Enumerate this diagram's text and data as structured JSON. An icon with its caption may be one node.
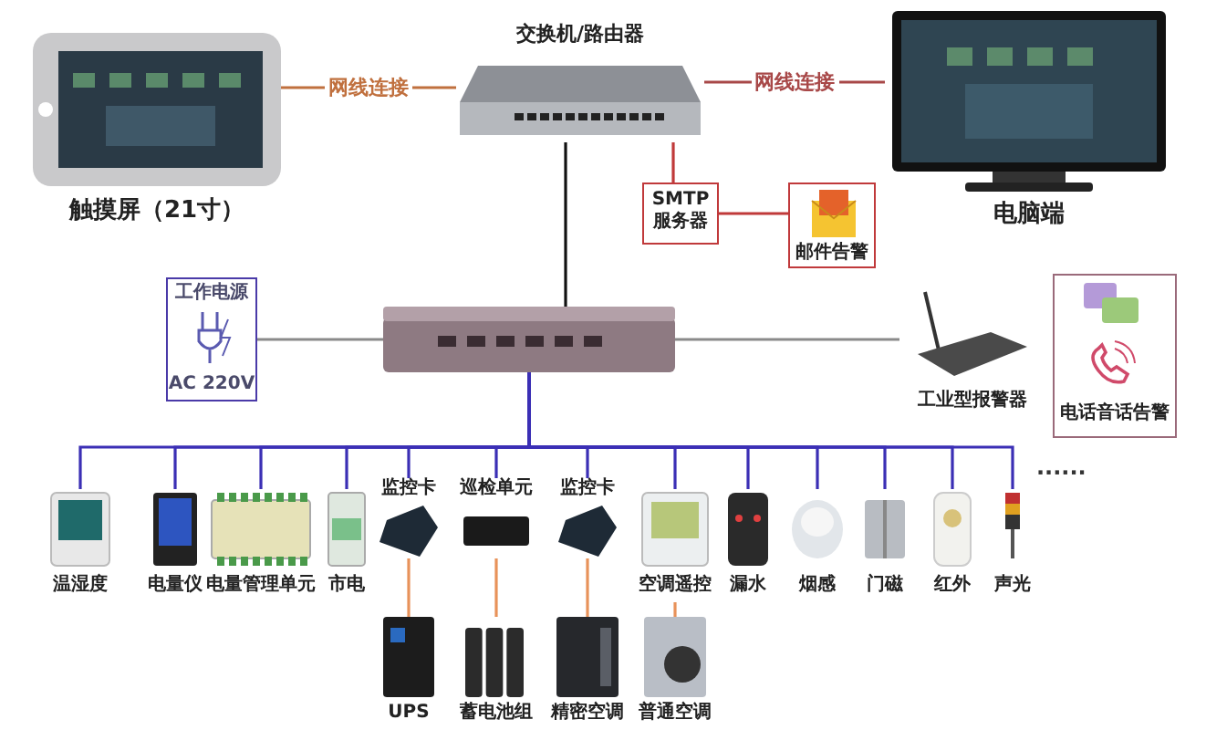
{
  "diagram": {
    "nodes": [
      {
        "text": [
          "触摸屏（21寸）"
        ]
      },
      {
        "text": [
          "交换机/路由器"
        ]
      },
      {
        "text": [
          "电脑端"
        ]
      },
      {
        "text": [
          "SMTP 服务器"
        ]
      },
      {
        "text": [
          "邮件告警"
        ]
      },
      {
        "text": [
          "工作电源",
          "AC 220V"
        ]
      },
      {
        "text": [],
        "shape": "picture"
      },
      {
        "text": [
          "工业型报警器"
        ]
      },
      {
        "text": [
          "电话音话告警"
        ]
      },
      {
        "text": [
          "温湿度"
        ]
      },
      {
        "text": [
          "电量仪"
        ]
      },
      {
        "text": [
          "电量管理单元"
        ]
      },
      {
        "text": [
          "市电"
        ]
      },
      {
        "text": [
          "监控卡"
        ]
      },
      {
        "text": [
          "巡检单元"
        ]
      },
      {
        "text": [
          "监控卡"
        ]
      },
      {
        "text": [
          "空调遥控"
        ]
      },
      {
        "text": [
          "漏水"
        ]
      },
      {
        "text": [
          "烟感"
        ]
      },
      {
        "text": [
          "门磁"
        ]
      },
      {
        "text": [
          "红外"
        ]
      },
      {
        "text": [
          "声光"
        ]
      },
      {
        "text": [
          "UPS"
        ]
      },
      {
        "text": [
          "蓄电池组"
        ]
      },
      {
        "text": [
          "精密空调"
        ]
      },
      {
        "text": [
          "普通空调"
        ]
      }
    ],
    "edges": [
      {
        "from": 0,
        "to": 1,
        "arrow": "none",
        "label": "网线连接",
        "color": "#c0703e"
      },
      {
        "from": 1,
        "to": 2,
        "arrow": "none",
        "label": "网线连接",
        "color": "#a84848"
      },
      {
        "from": 1,
        "to": 3,
        "arrow": "none",
        "color": "#c03a3a"
      },
      {
        "from": 3,
        "to": 4,
        "arrow": "none",
        "color": "#c03a3a"
      },
      {
        "from": 1,
        "to": 6,
        "arrow": "none",
        "color": "#111111"
      },
      {
        "from": 5,
        "to": 6,
        "arrow": "none",
        "color": "#8a8a8a"
      },
      {
        "from": 6,
        "to": 7,
        "arrow": "none",
        "color": "#8a8a8a"
      },
      {
        "from": 6,
        "to": 9,
        "arrow": "none"
      },
      {
        "from": 6,
        "to": 10,
        "arrow": "none"
      },
      {
        "from": 6,
        "to": 11,
        "arrow": "none"
      },
      {
        "from": 6,
        "to": 12,
        "arrow": "none"
      },
      {
        "from": 6,
        "to": 13,
        "arrow": "none"
      },
      {
        "from": 6,
        "to": 14,
        "arrow": "none"
      },
      {
        "from": 6,
        "to": 15,
        "arrow": "none"
      },
      {
        "from": 6,
        "to": 16,
        "arrow": "none"
      },
      {
        "from": 6,
        "to": 17,
        "arrow": "none"
      },
      {
        "from": 6,
        "to": 18,
        "arrow": "none"
      },
      {
        "from": 6,
        "to": 19,
        "arrow": "none"
      },
      {
        "from": 6,
        "to": 20,
        "arrow": "none"
      },
      {
        "from": 6,
        "to": 21,
        "arrow": "none"
      },
      {
        "from": 13,
        "to": 22,
        "arrow": "none",
        "color": "#e8925a"
      },
      {
        "from": 14,
        "to": 23,
        "arrow": "none",
        "color": "#e8925a"
      },
      {
        "from": 15,
        "to": 24,
        "arrow": "none",
        "color": "#e8925a"
      },
      {
        "from": 16,
        "to": 25,
        "arrow": "none",
        "color": "#e8925a"
      }
    ],
    "labels": [
      "······"
    ]
  }
}
